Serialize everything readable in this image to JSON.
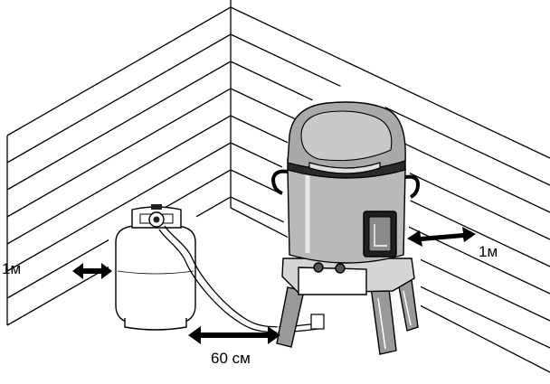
{
  "diagram": {
    "clearance_left_label": "1м",
    "clearance_right_label": "1м",
    "hose_distance_label": "60 см",
    "line_color": "#000000",
    "fill_colors": {
      "smoker_body": "#b9b9b9",
      "smoker_lid": "#a9a9a9",
      "dark_parts": "#1f1f1f",
      "background": "#ffffff"
    },
    "objects": [
      "corner-wall",
      "propane-tank",
      "gas-hose",
      "smoker-roaster"
    ]
  }
}
